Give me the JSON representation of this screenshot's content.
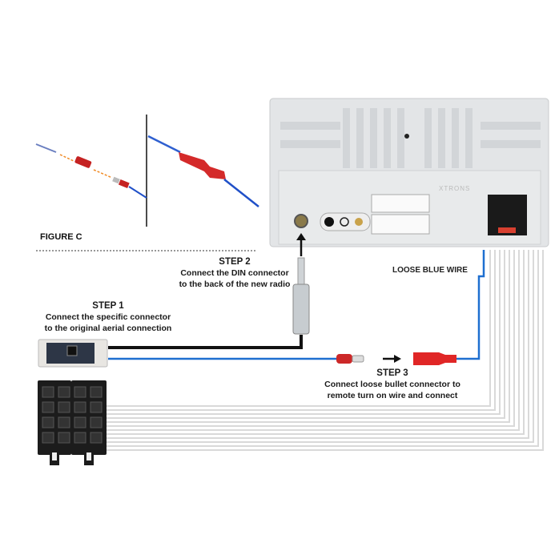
{
  "figure_label": "FIGURE C",
  "radio_brand": "XTRONS",
  "steps": [
    {
      "title": "STEP 1",
      "line1": "Connect the specific connector",
      "line2": "to the original aerial connection"
    },
    {
      "title": "STEP 2",
      "line1": "Connect the DIN connector",
      "line2": "to the back of the new radio"
    },
    {
      "title": "STEP 3",
      "line1": "Connect loose bullet connector to",
      "line2": "remote turn on wire and connect"
    }
  ],
  "loose_wire_label": "LOOSE BLUE WIRE",
  "colors": {
    "blue_wire": "#1e6fd0",
    "black_wire": "#111111",
    "harness_wire": "#d9d9d9",
    "connector_red": "#d42a2a",
    "radio_body": "#e3e5e7",
    "guide_arrow": "#f08a24"
  }
}
